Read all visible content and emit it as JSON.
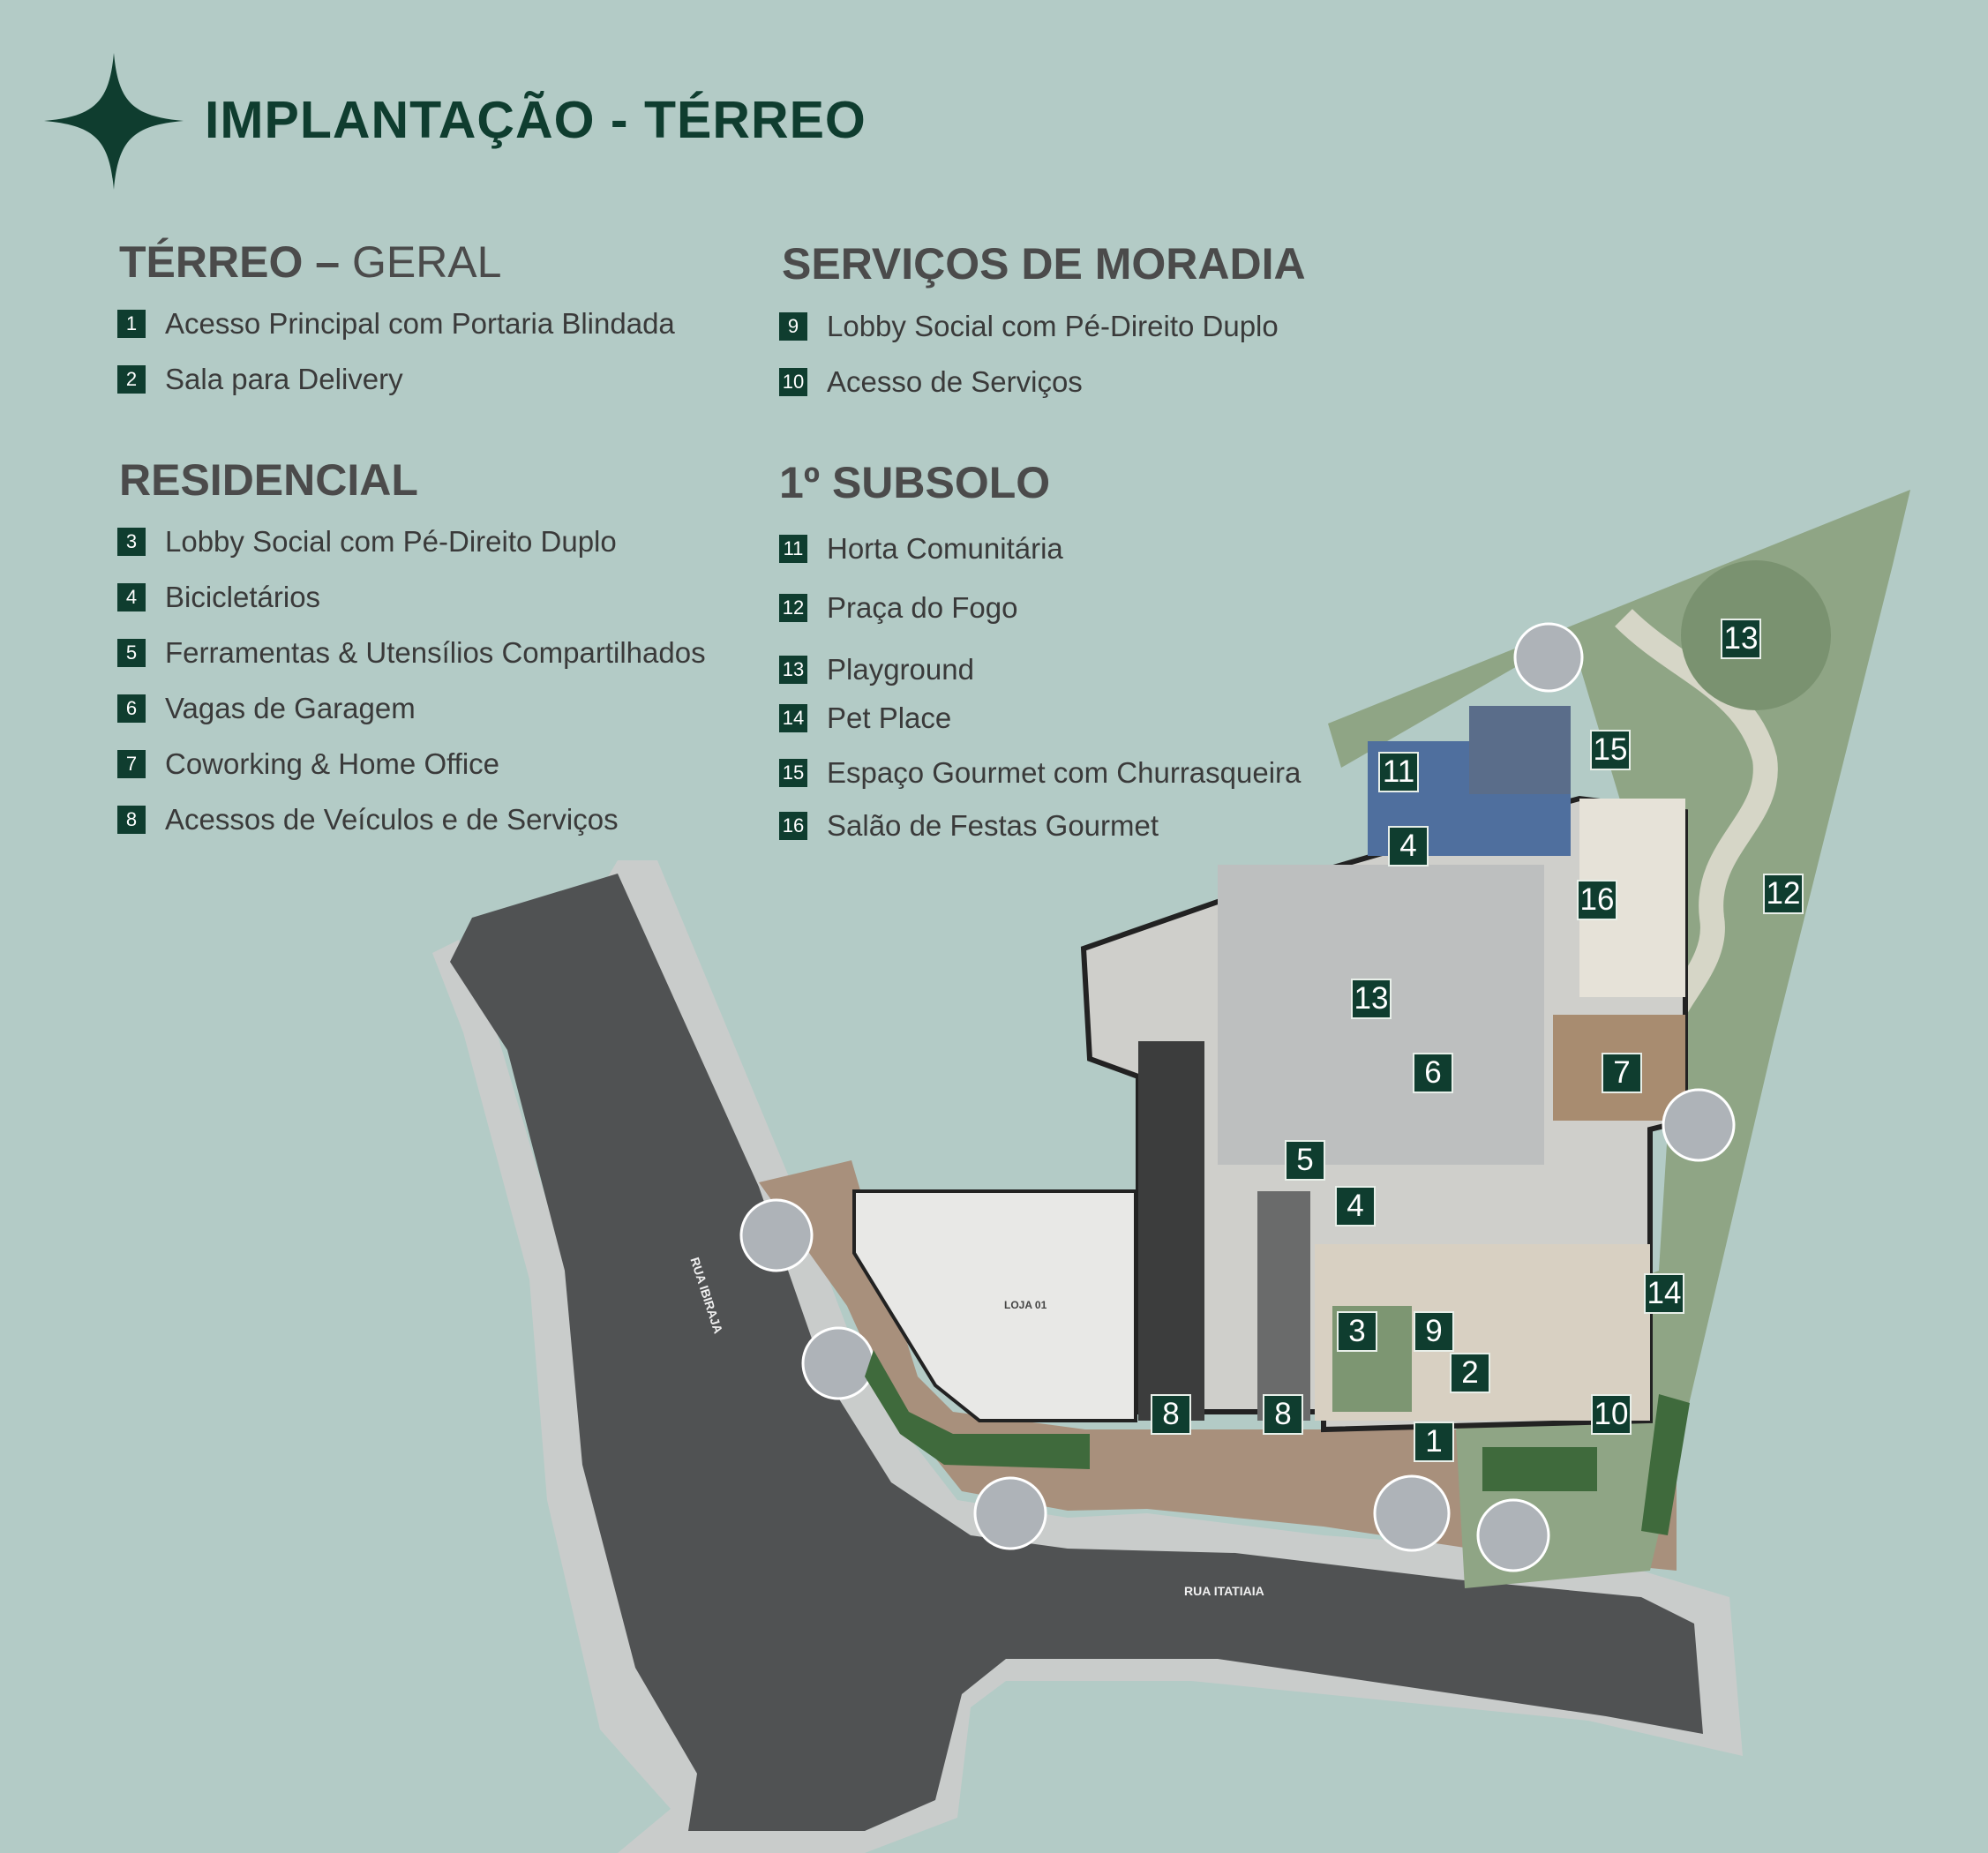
{
  "header": {
    "title": "IMPLANTAÇÃO - TÉRREO"
  },
  "legend": {
    "terreo_geral": {
      "title_bold": "TÉRREO – ",
      "title_light": "GERAL",
      "items": [
        {
          "n": "1",
          "label": "Acesso Principal com Portaria Blindada"
        },
        {
          "n": "2",
          "label": "Sala para Delivery"
        }
      ]
    },
    "residencial": {
      "title": "RESIDENCIAL",
      "items": [
        {
          "n": "3",
          "label": "Lobby Social com Pé-Direito Duplo"
        },
        {
          "n": "4",
          "label": "Bicicletários"
        },
        {
          "n": "5",
          "label": "Ferramentas & Utensílios Compartilhados"
        },
        {
          "n": "6",
          "label": "Vagas de Garagem"
        },
        {
          "n": "7",
          "label": "Coworking & Home Office"
        },
        {
          "n": "8",
          "label": "Acessos de Veículos e de Serviços"
        }
      ]
    },
    "servicos": {
      "title": "SERVIÇOS DE MORADIA",
      "items": [
        {
          "n": "9",
          "label": "Lobby Social com Pé-Direito Duplo"
        },
        {
          "n": "10",
          "label": "Acesso de Serviços"
        }
      ]
    },
    "subsolo": {
      "title": "1º SUBSOLO",
      "items": [
        {
          "n": "11",
          "label": "Horta Comunitária"
        },
        {
          "n": "12",
          "label": "Praça do Fogo"
        },
        {
          "n": "13",
          "label": "Playground"
        },
        {
          "n": "14",
          "label": "Pet Place"
        },
        {
          "n": "15",
          "label": "Espaço Gourmet com Churrasqueira"
        },
        {
          "n": "16",
          "label": "Salão de Festas Gourmet"
        }
      ]
    }
  },
  "plan": {
    "streets": [
      "RUA IBIRAJA",
      "RUA ITATIAIA"
    ],
    "store_label": "LOJA 01",
    "markers": [
      "11",
      "4",
      "15",
      "13",
      "16",
      "12",
      "13",
      "6",
      "7",
      "5",
      "4",
      "14",
      "3",
      "9",
      "2",
      "8",
      "8",
      "1",
      "10"
    ]
  },
  "colors": {
    "background": "#b3cbc6",
    "accent": "#0f3d2f"
  }
}
